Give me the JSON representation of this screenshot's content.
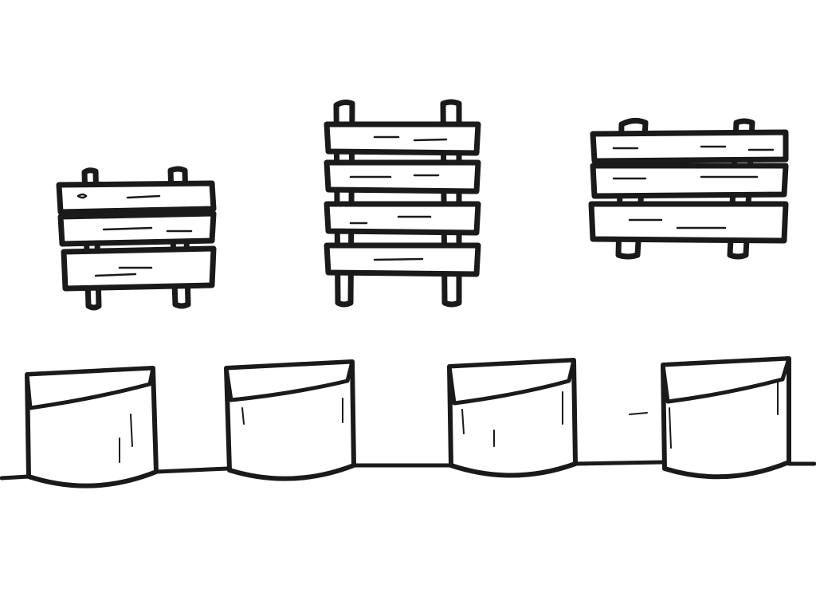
{
  "scene": {
    "background_color": "#ffffff",
    "ink_color": "#1a1a1a",
    "signs": [
      {
        "id": "sign-three-planks",
        "plank_count": 3
      },
      {
        "id": "sign-four-planks",
        "plank_count": 4
      },
      {
        "id": "sign-three-wide-planks",
        "plank_count": 3
      }
    ],
    "pots": [
      {
        "id": "pot-1"
      },
      {
        "id": "pot-2"
      },
      {
        "id": "pot-3"
      },
      {
        "id": "pot-4"
      }
    ]
  }
}
